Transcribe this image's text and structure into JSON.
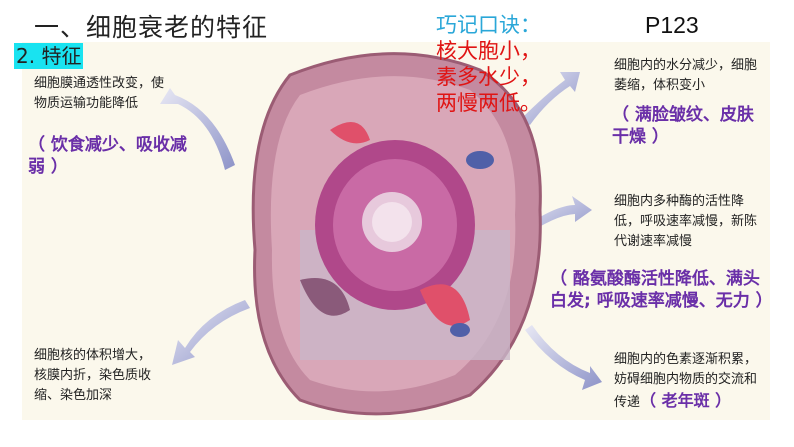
{
  "title": "一、细胞衰老的特征",
  "subtitle": "2. 特征",
  "mnemonic": {
    "heading": "巧记口诀：",
    "lines": [
      "核大胞小，",
      "素多水少，",
      "两慢两低。"
    ]
  },
  "page_ref": "P123",
  "features": [
    {
      "desc": "细胞膜通透性改变，使物质运输功能降低",
      "note": "（ 饮食减少、吸收减弱 ）"
    },
    {
      "desc": "细胞内的水分减少，细胞萎缩，体积变小",
      "note": "（ 满脸皱纹、皮肤干燥 ）"
    },
    {
      "desc": "细胞内多种酶的活性降低，呼吸速率减慢，新陈代谢速率减慢",
      "note": "（ 酪氨酸酶活性降低、满头白发; 呼吸速率减慢、无力 ）"
    },
    {
      "desc": "细胞核的体积增大，核膜内折，染色质收缩、染色加深",
      "note": ""
    },
    {
      "desc": "细胞内的色素逐渐积累，妨碍细胞内物质的交流和传递",
      "note": "（ 老年斑 ）"
    }
  ],
  "colors": {
    "panel": "#fbf8ec",
    "highlight": "#19e3f0",
    "mnemonic": "#e01414",
    "note": "#6a2fa8"
  }
}
